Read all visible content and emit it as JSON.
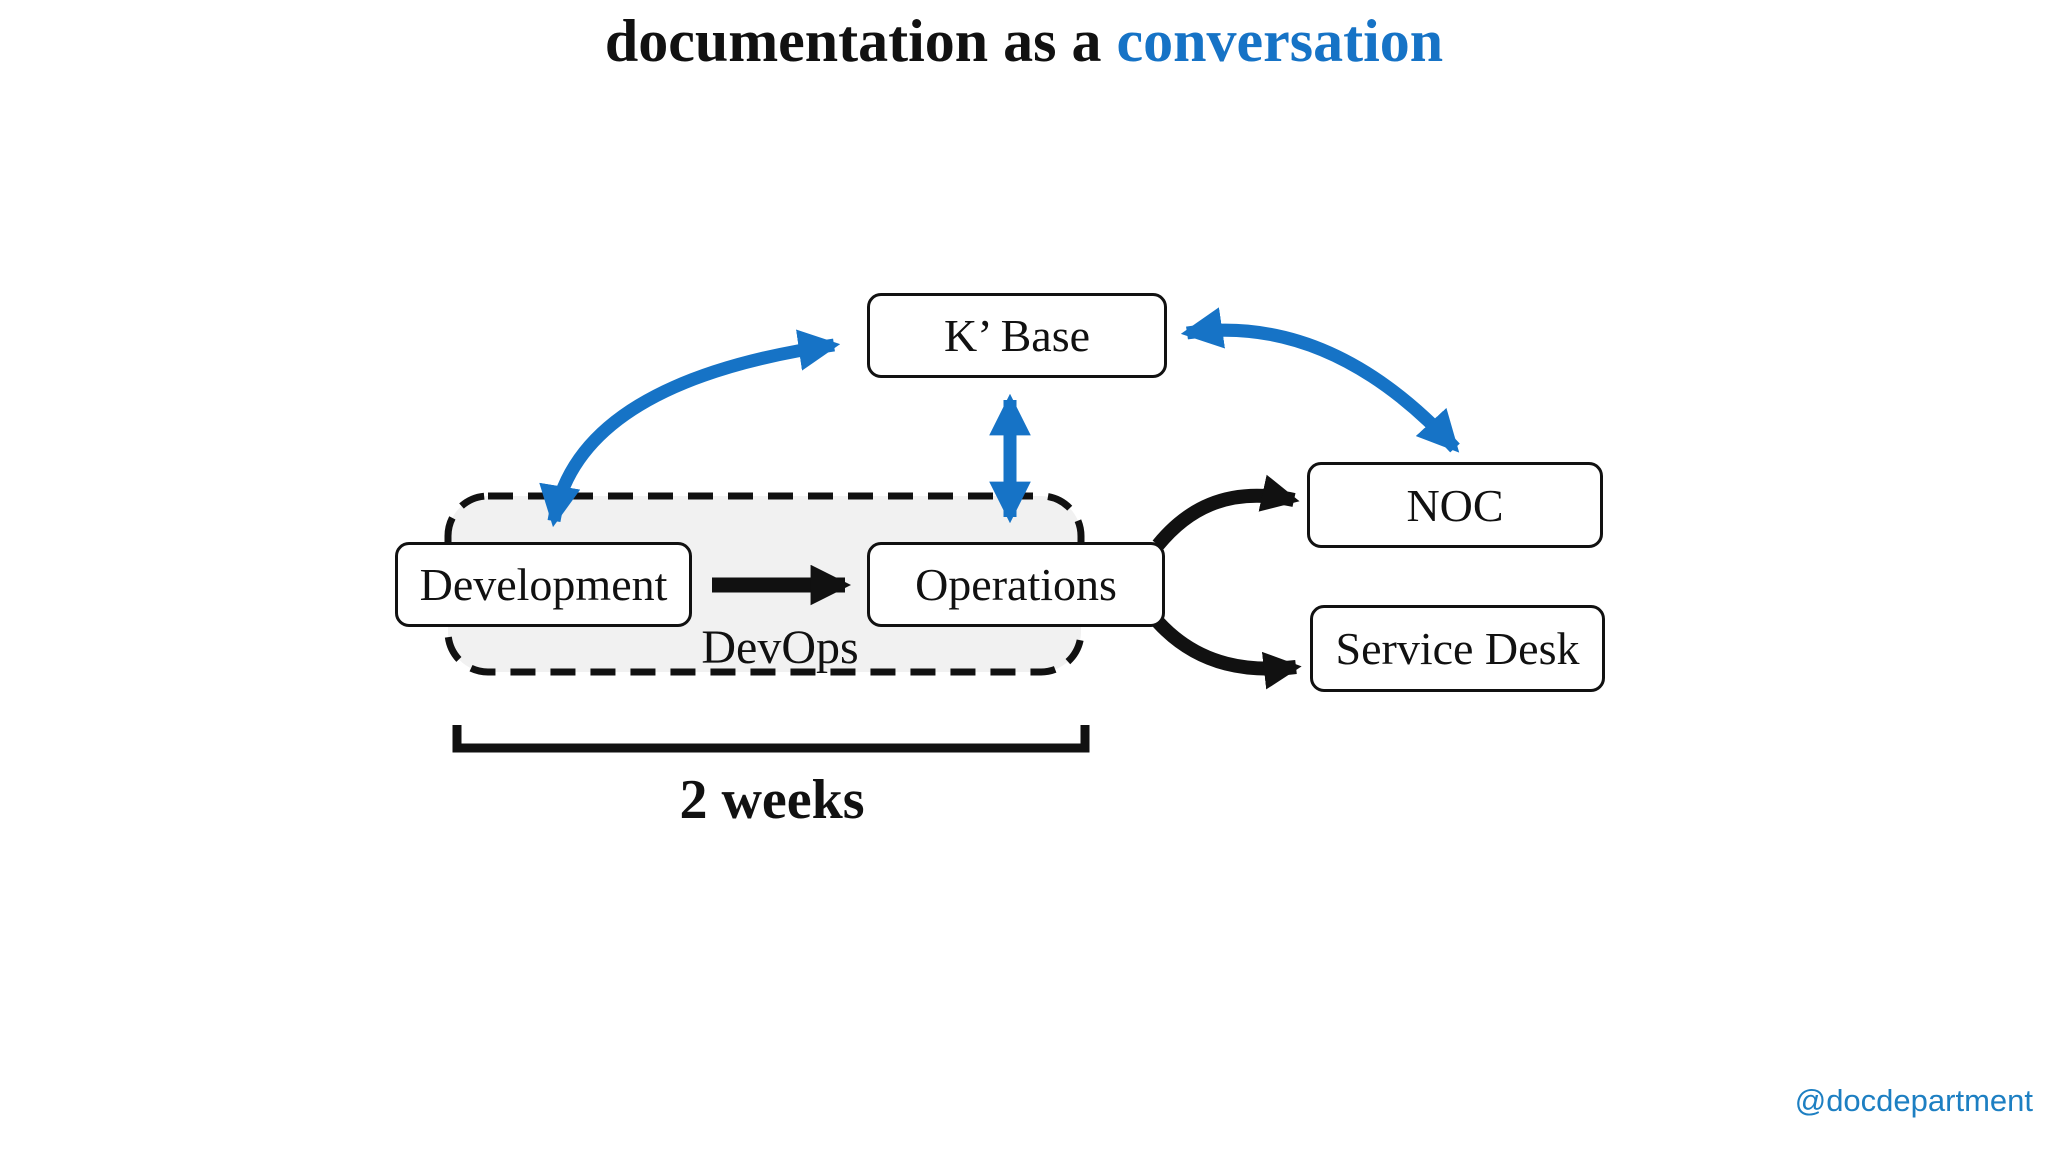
{
  "slide": {
    "title": {
      "prefix": "documentation as a ",
      "highlight": "conversation"
    },
    "footer": {
      "handle": "@docdepartment"
    }
  },
  "diagram": {
    "nodes": {
      "kbase": {
        "label": "K’ Base"
      },
      "development": {
        "label": "Development"
      },
      "operations": {
        "label": "Operations"
      },
      "noc": {
        "label": "NOC"
      },
      "service_desk": {
        "label": "Service Desk"
      }
    },
    "annotations": {
      "devops": "DevOps",
      "duration": "2 weeks"
    },
    "edges": [
      {
        "from": "development",
        "to": "operations",
        "style": "black-arrow",
        "label": "DevOps"
      },
      {
        "from": "operations",
        "to": "noc",
        "style": "black-arrow"
      },
      {
        "from": "operations",
        "to": "service_desk",
        "style": "black-arrow"
      },
      {
        "from": "development",
        "to": "kbase",
        "style": "blue-double-arrow"
      },
      {
        "from": "kbase",
        "to": "operations",
        "style": "blue-double-arrow"
      },
      {
        "from": "kbase",
        "to": "noc",
        "style": "blue-double-arrow"
      }
    ],
    "container": {
      "contains": [
        "development",
        "operations"
      ],
      "duration": "2 weeks"
    }
  },
  "colors": {
    "accent_blue": "#1673c6",
    "handle_blue": "#1d7fc2",
    "ink_black": "#111111",
    "container_fill": "#f1f1f1",
    "node_fill": "#ffffff",
    "background": "#ffffff"
  }
}
